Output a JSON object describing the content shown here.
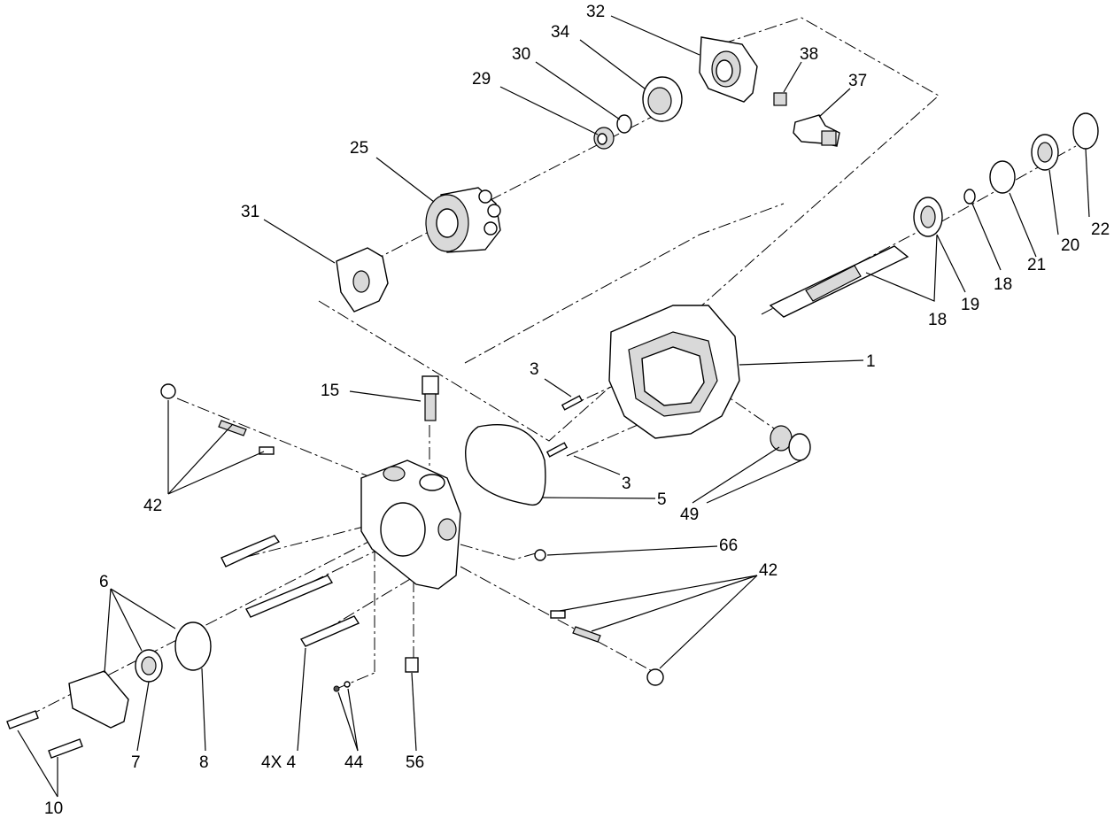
{
  "callouts": {
    "c1": "1",
    "c3a": "3",
    "c3b": "3",
    "c4": "4X 4",
    "c5": "5",
    "c6": "6",
    "c7": "7",
    "c8": "8",
    "c10": "10",
    "c15": "15",
    "c18a": "18",
    "c18b": "18",
    "c19": "19",
    "c20": "20",
    "c21": "21",
    "c22": "22",
    "c25": "25",
    "c29": "29",
    "c30": "30",
    "c31": "31",
    "c32": "32",
    "c34": "34",
    "c37": "37",
    "c38": "38",
    "c42a": "42",
    "c42b": "42",
    "c44": "44",
    "c49": "49",
    "c56": "56",
    "c66": "66"
  },
  "colors": {
    "line": "#000000",
    "shade": "#d9d9d9",
    "background": "#ffffff"
  }
}
